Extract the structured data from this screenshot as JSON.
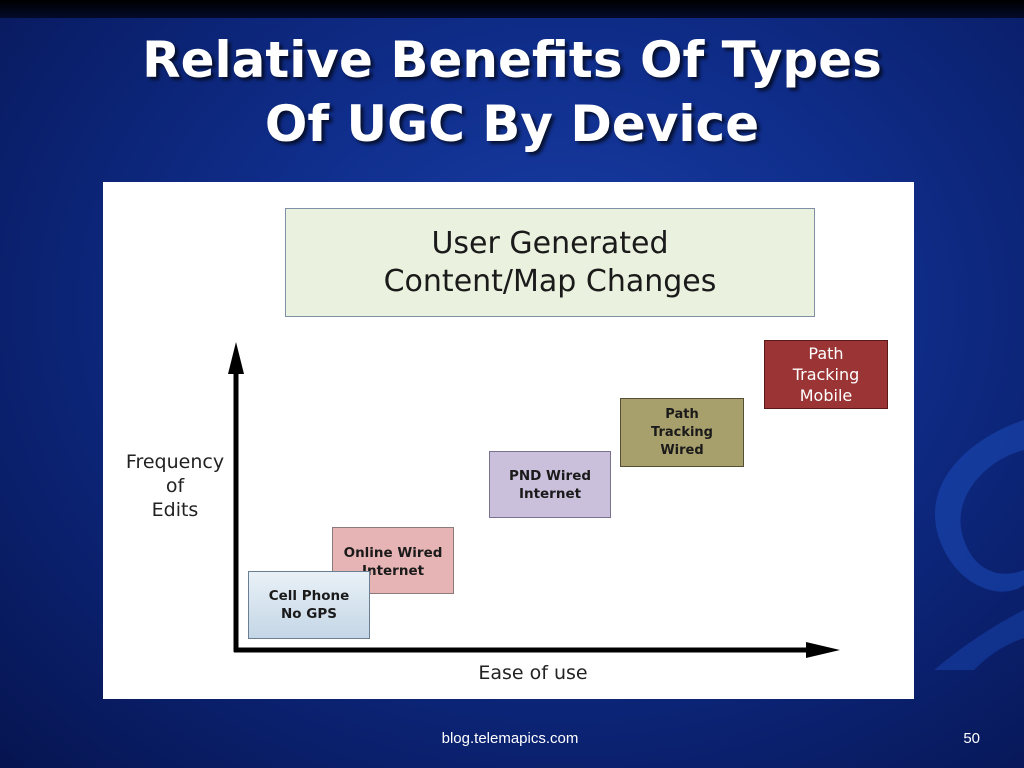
{
  "slide": {
    "title_lines": [
      "Relative Benefits Of Types",
      "Of UGC By Device"
    ],
    "footer_url": "blog.telemapics.com",
    "page_number": "50"
  },
  "diagram": {
    "title_lines": [
      "User Generated",
      "Content/Map Changes"
    ],
    "y_axis_label_lines": [
      "Frequency",
      "of",
      "Edits"
    ],
    "x_axis_label": "Ease of use",
    "boxes": {
      "cell_phone": {
        "lines": [
          "Cell Phone",
          "No GPS"
        ],
        "color": "#c4d6e6"
      },
      "online_wired": {
        "lines": [
          "Online Wired",
          "Internet"
        ],
        "color": "#e6b4b4"
      },
      "pnd_wired": {
        "lines": [
          "PND Wired",
          "Internet"
        ],
        "color": "#cbc0dc"
      },
      "path_wired": {
        "lines": [
          "Path",
          "Tracking",
          "Wired"
        ],
        "color": "#a8a06c"
      },
      "path_mobile": {
        "lines": [
          "Path",
          "Tracking",
          "Mobile"
        ],
        "color": "#9b3535"
      }
    }
  }
}
